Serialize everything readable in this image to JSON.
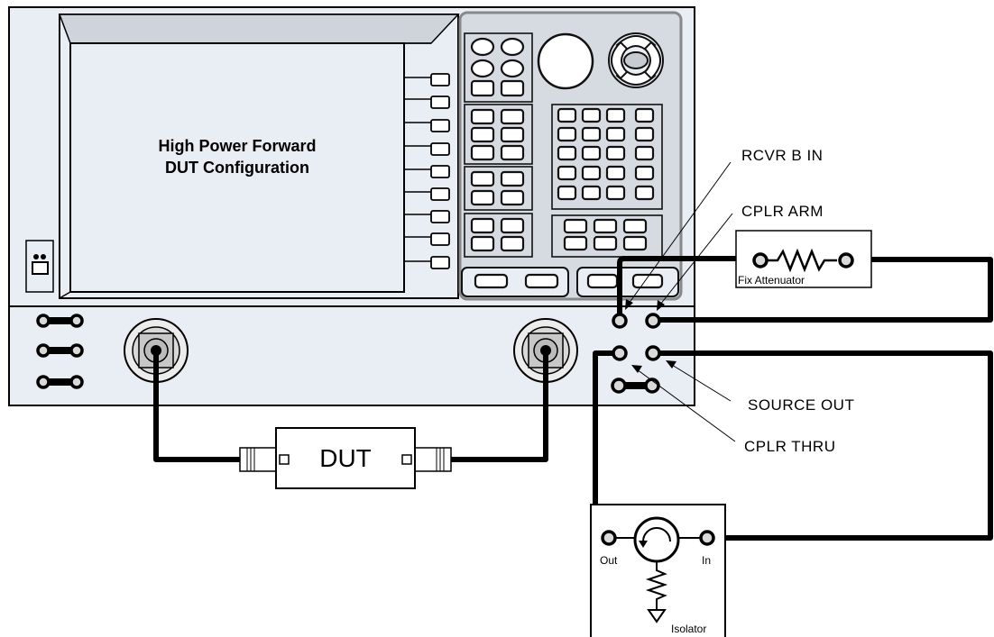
{
  "screen_title": "High Power Forward",
  "screen_subtitle": "DUT Configuration",
  "labels": {
    "rcvr_b_in": "RCVR B IN",
    "cplr_arm": "CPLR ARM",
    "source_out": "SOURCE OUT",
    "cplr_thru": "CPLR THRU"
  },
  "dut": "DUT",
  "attenuator": "Fix Attenuator",
  "isolator": {
    "name": "Isolator",
    "out": "Out",
    "in": "In"
  },
  "colors": {
    "instrument": "#e9edf4",
    "cable": "#000000",
    "panel": "#d6dbe2"
  }
}
